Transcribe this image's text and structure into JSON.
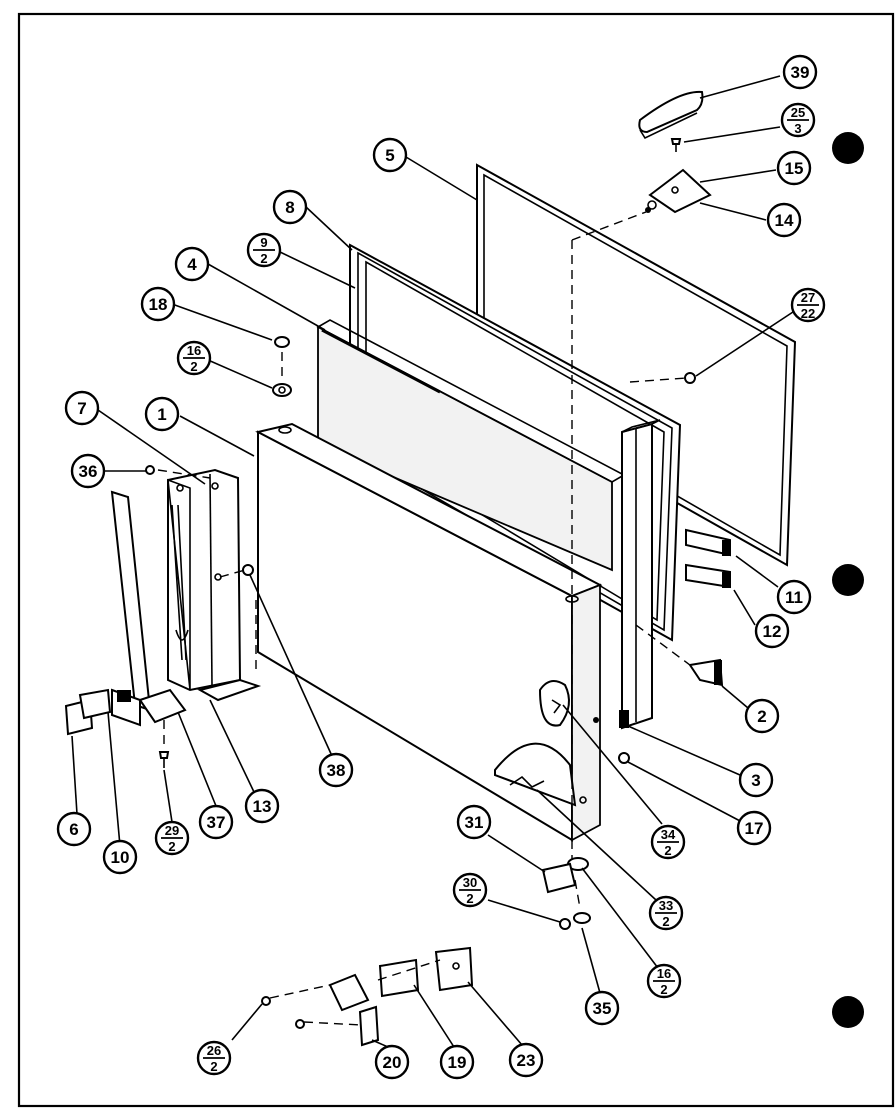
{
  "diagram": {
    "simple_labels": [
      {
        "id": "39",
        "text": "39"
      },
      {
        "id": "5",
        "text": "5"
      },
      {
        "id": "15",
        "text": "15"
      },
      {
        "id": "14",
        "text": "14"
      },
      {
        "id": "8",
        "text": "8"
      },
      {
        "id": "4",
        "text": "4"
      },
      {
        "id": "18",
        "text": "18"
      },
      {
        "id": "7",
        "text": "7"
      },
      {
        "id": "1",
        "text": "1"
      },
      {
        "id": "36",
        "text": "36"
      },
      {
        "id": "11",
        "text": "11"
      },
      {
        "id": "12",
        "text": "12"
      },
      {
        "id": "2",
        "text": "2"
      },
      {
        "id": "3",
        "text": "3"
      },
      {
        "id": "17",
        "text": "17"
      },
      {
        "id": "38",
        "text": "38"
      },
      {
        "id": "13",
        "text": "13"
      },
      {
        "id": "37",
        "text": "37"
      },
      {
        "id": "10",
        "text": "10"
      },
      {
        "id": "6",
        "text": "6"
      },
      {
        "id": "31",
        "text": "31"
      },
      {
        "id": "35",
        "text": "35"
      },
      {
        "id": "20",
        "text": "20"
      },
      {
        "id": "19",
        "text": "19"
      },
      {
        "id": "23",
        "text": "23"
      }
    ],
    "fraction_labels": [
      {
        "id": "25-3",
        "num": "25",
        "den": "3"
      },
      {
        "id": "9-2",
        "num": "9",
        "den": "2"
      },
      {
        "id": "27-22",
        "num": "27",
        "den": "22"
      },
      {
        "id": "16-2-top",
        "num": "16",
        "den": "2"
      },
      {
        "id": "29-2",
        "num": "29",
        "den": "2"
      },
      {
        "id": "34-2",
        "num": "34",
        "den": "2"
      },
      {
        "id": "33-2",
        "num": "33",
        "den": "2"
      },
      {
        "id": "30-2",
        "num": "30",
        "den": "2"
      },
      {
        "id": "16-2-bottom",
        "num": "16",
        "den": "2"
      },
      {
        "id": "26-2",
        "num": "26",
        "den": "2"
      }
    ]
  }
}
